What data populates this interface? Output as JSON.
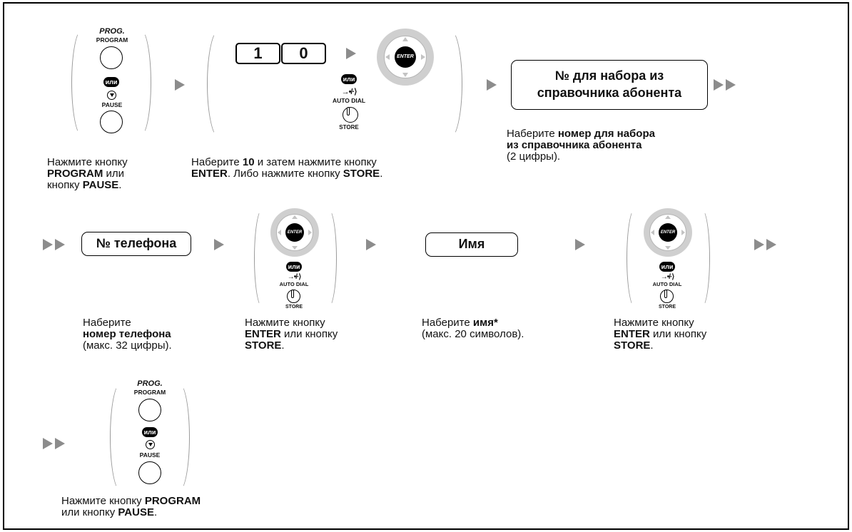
{
  "labels": {
    "prog": "PROG.",
    "program": "PROGRAM",
    "or": "или",
    "pause": "PAUSE",
    "auto_dial_icon_text": "→•/·⟩",
    "auto_dial": "AUTO DIAL",
    "store": "STORE",
    "enter": "ENTER"
  },
  "keys": {
    "digit1": "1",
    "digit0": "0"
  },
  "boxes": {
    "abbrev_number_line1": "№ для набора из",
    "abbrev_number_line2": "справочника абонента",
    "phone_number": "№ телефона",
    "name": "Имя"
  },
  "captions": {
    "step1": {
      "t1": "Нажмите кнопку",
      "b1": "PROGRAM",
      "t2": " или",
      "t3": "кнопку ",
      "b2": "PAUSE",
      "t4": "."
    },
    "step2": {
      "t1": "Наберите ",
      "b1": "10",
      "t2": " и затем нажмите кнопку",
      "b2": "ENTER",
      "t3": ". Либо нажмите кнопку ",
      "b3": "STORE",
      "t4": "."
    },
    "step3": {
      "t1": "Наберите ",
      "b1": "номер для набора",
      "b2": "из справочника абонента",
      "t2": "(2 цифры)."
    },
    "step4": {
      "t1": "Наберите",
      "b1": "номер телефона",
      "t2": "(макс. 32 цифры)."
    },
    "step5": {
      "t1": "Нажмите кнопку",
      "b1": "ENTER",
      "t2": " или кнопку",
      "b2": "STORE",
      "t3": "."
    },
    "step6": {
      "t1": "Наберите ",
      "b1": "имя*",
      "t2": "(макс. 20 символов)."
    },
    "step7": {
      "t1": "Нажмите кнопку",
      "b1": "ENTER",
      "t2": " или кнопку",
      "b2": "STORE",
      "t3": "."
    },
    "step8": {
      "t1": "Нажмите кнопку ",
      "b1": "PROGRAM",
      "t2": "или кнопку ",
      "b2": "PAUSE",
      "t3": "."
    }
  }
}
